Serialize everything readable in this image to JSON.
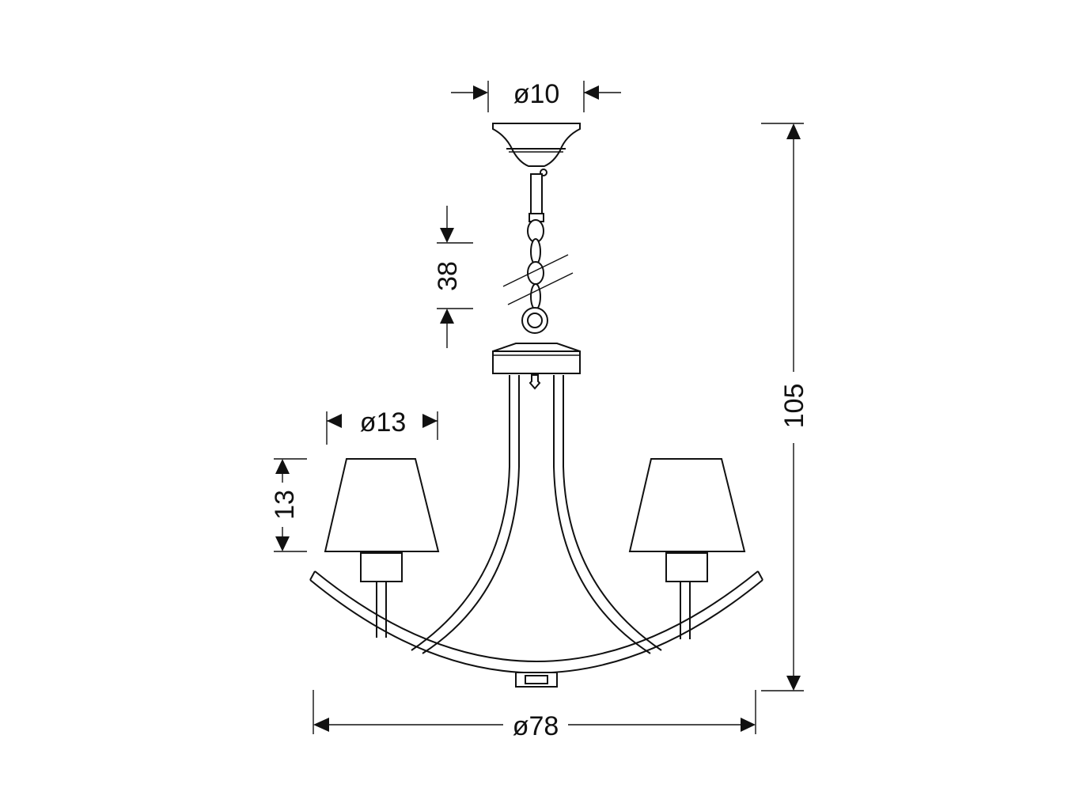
{
  "dimensions": {
    "canopy_diameter": "ø10",
    "chain_length": "38",
    "shade_diameter": "ø13",
    "shade_height": "13",
    "total_height": "105",
    "total_diameter": "ø78"
  },
  "colors": {
    "ink": "#111111",
    "background": "#ffffff"
  }
}
